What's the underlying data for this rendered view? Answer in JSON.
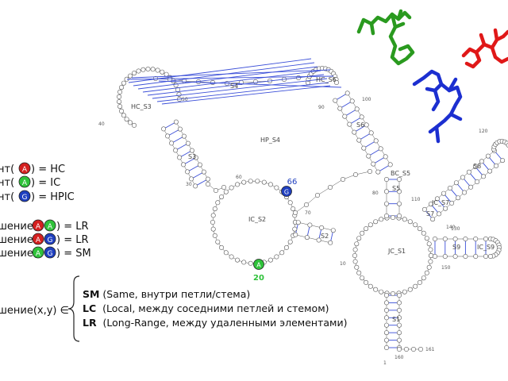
{
  "region_labels": {
    "hp_s4": "HP_S4",
    "s4": "S4",
    "hc_s3": "HC_S3",
    "hc_s6": "HC_S6",
    "s3": "S3",
    "s6": "S6",
    "s5": "S5",
    "ic_s2": "IC_S2",
    "s2": "S2",
    "jc_s1": "JC_S1",
    "s1": "S1",
    "s7": "S7",
    "jc_s7": "JC_S7",
    "s8": "S8",
    "s9": "S9",
    "ic_s9": "IC_S9",
    "bc_s5": "BC_S5"
  },
  "residue_numbers": {
    "n10": "10",
    "n30": "30",
    "n40": "40",
    "n50": "50",
    "n60": "60",
    "n70": "70",
    "n80": "80",
    "n90": "90",
    "n100": "100",
    "n110": "110",
    "n120": "120",
    "n130": "130",
    "n140": "140",
    "n150": "150",
    "n160": "160",
    "n161": "161",
    "n1": "1"
  },
  "highlighted": {
    "g66": {
      "letter": "G",
      "number": "66",
      "color": "#1f3fbf"
    },
    "a20": {
      "letter": "A",
      "number": "20",
      "color": "#2fc23a"
    }
  },
  "legend_contacts": [
    {
      "prefix": "нт(",
      "letter": "A",
      "color": "#d42020",
      "suffix": ") = HC"
    },
    {
      "prefix": "нт(",
      "letter": "A",
      "color": "#2fc23a",
      "suffix": ") = IC"
    },
    {
      "prefix": "нт(",
      "letter": "G",
      "color": "#1f3fbf",
      "suffix": ") = HPIC"
    }
  ],
  "legend_pairs": [
    {
      "prefix": "шение(",
      "l1": "A",
      "c1": "#d42020",
      "l2": "A",
      "c2": "#2fc23a",
      "suffix": ") = LR"
    },
    {
      "prefix": "шение(",
      "l1": "A",
      "c1": "#d42020",
      "l2": "G",
      "c2": "#1f3fbf",
      "suffix": ") = LR"
    },
    {
      "prefix": "шение(",
      "l1": "A",
      "c1": "#2fc23a",
      "l2": "G",
      "c2": "#1f3fbf",
      "suffix": ") = SM"
    }
  ],
  "classification": {
    "lhs": "шение(x,y) ∈",
    "items": [
      {
        "code": "SM",
        "desc": " (Same, внутри петли/стема)"
      },
      {
        "code": "LC",
        "desc": "  (Local, между соседними петлей и стемом)"
      },
      {
        "code": "LR",
        "desc": "  (Long-Range, между удаленными элементами)"
      }
    ]
  },
  "colors": {
    "pair_line": "#3b4fd8",
    "nucleotide_stroke": "#555555",
    "molecule_green": "#2a9a1f",
    "molecule_blue": "#1c2fd0",
    "molecule_red": "#e01818"
  }
}
